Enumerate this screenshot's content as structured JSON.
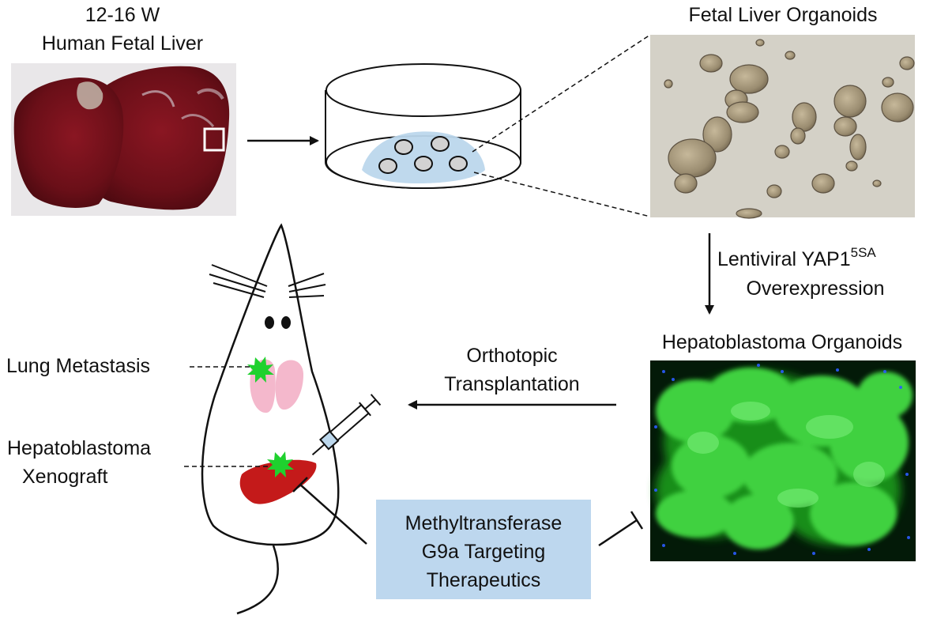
{
  "colors": {
    "liver_dark": "#5e0d14",
    "liver_mid": "#8a1622",
    "dome_blue": "#bcd7ec",
    "lung_pink": "#f4b8cc",
    "tumor_green": "#1fd12e",
    "xenograft_red": "#c41a1a",
    "drug_box": "#bdd7ee",
    "organoid_bg": "#d5d2c8",
    "fluorescence_green": "#32cc32",
    "fluorescence_blue": "#2b5cff"
  },
  "source_tissue": {
    "age_label": "12-16 W",
    "tissue_label": "Human Fetal Liver"
  },
  "fetal_organoids": {
    "title": "Fetal Liver Organoids"
  },
  "transduction": {
    "line1": "Lentiviral YAP1",
    "superscript": "5SA",
    "line2": "Overexpression"
  },
  "hb_organoids": {
    "title": "Hepatoblastoma Organoids"
  },
  "transplant": {
    "line1": "Orthotopic",
    "line2": "Transplantation"
  },
  "mouse_labels": {
    "metastasis": "Lung Metastasis",
    "xenograft_line1": "Hepatoblastoma",
    "xenograft_line2": "Xenograft"
  },
  "therapy": {
    "line1": "Methyltransferase",
    "line2": "G9a Targeting",
    "line3": "Therapeutics"
  }
}
